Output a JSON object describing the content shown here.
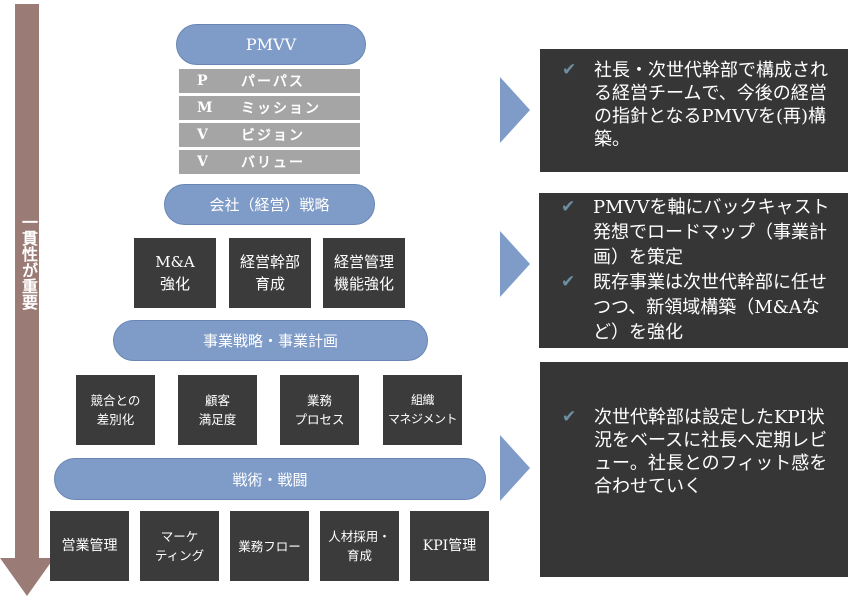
{
  "side_arrow": {
    "label": "一貫性が重要"
  },
  "pmvv": {
    "title": "PMVV",
    "rows": [
      {
        "letter": "P",
        "label": "パーパス"
      },
      {
        "letter": "M",
        "label": "ミッション"
      },
      {
        "letter": "V",
        "label": "ビジョン"
      },
      {
        "letter": "V",
        "label": "バリュー"
      }
    ]
  },
  "corporate": {
    "title": "会社（経営）戦略",
    "boxes": [
      "M&A\n強化",
      "経営幹部\n育成",
      "経営管理\n機能強化"
    ]
  },
  "business": {
    "title": "事業戦略・事業計画",
    "boxes": [
      "競合との\n差別化",
      "顧客\n満足度",
      "業務\nプロセス",
      "組織\nマネジメント"
    ]
  },
  "tactics": {
    "title": "戦術・戦闘",
    "boxes": [
      "営業管理",
      "マーケ\nティング",
      "業務フロー",
      "人材採用・\n育成",
      "KPI管理"
    ]
  },
  "panels": [
    {
      "bullets": [
        "社長・次世代幹部で構成される経営チームで、今後の経営の指針となるPMVVを(再)構築。"
      ]
    },
    {
      "bullets": [
        "PMVVを軸にバックキャスト発想でロードマップ（事業計画）を策定",
        "既存事業は次世代幹部に任せつつ、新領域構築（M&Aなど）を強化"
      ]
    },
    {
      "bullets": [
        "次世代幹部は設定したKPI状況をベースに社長へ定期レビュー。社長とのフィット感を合わせていく"
      ]
    }
  ],
  "colors": {
    "pill_blue": "#7f9cc9",
    "box_dark": "#3b3b3b",
    "panel_dark": "#363636",
    "row_gray": "#a5a5a5",
    "arrow_brown": "#9b7b76",
    "check_blue": "#6e8fa3"
  }
}
